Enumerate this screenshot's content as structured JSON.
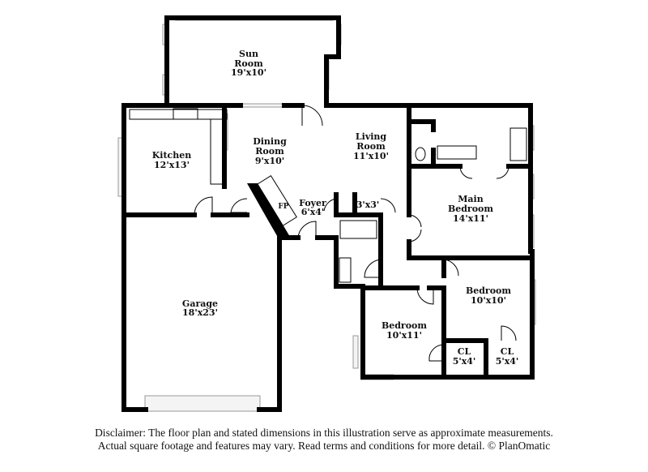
{
  "rooms": {
    "sun_room": {
      "name_line1": "Sun",
      "name_line2": "Room",
      "dims": "19'x10'"
    },
    "kitchen": {
      "name": "Kitchen",
      "dims": "12'x13'"
    },
    "dining_room": {
      "name_line1": "Dining",
      "name_line2": "Room",
      "dims": "9'x10'"
    },
    "living_room": {
      "name_line1": "Living",
      "name_line2": "Room",
      "dims": "11'x10'"
    },
    "fireplace": {
      "name": "FP"
    },
    "foyer": {
      "name": "Foyer",
      "dims": "6'x4'"
    },
    "closet_small": {
      "dims": "3'x3'"
    },
    "main_bedroom": {
      "name_line1": "Main",
      "name_line2": "Bedroom",
      "dims": "14'x11'"
    },
    "garage": {
      "name": "Garage",
      "dims": "18'x23'"
    },
    "bedroom_2": {
      "name": "Bedroom",
      "dims": "10'x10'"
    },
    "bedroom_3": {
      "name": "Bedroom",
      "dims": "10'x11'"
    },
    "closet_1": {
      "name": "CL",
      "dims": "5'x4'"
    },
    "closet_2": {
      "name": "CL",
      "dims": "5'x4'"
    }
  },
  "disclaimer": {
    "line1": "Disclaimer: The floor plan and stated dimensions in this illustration serve as approximate measurements.",
    "line2": "Actual square footage and features may vary. Read terms and conditions for more detail. © PlanOmatic"
  },
  "colors": {
    "wall": "#000000",
    "window": "#f4f4f4",
    "background": "#ffffff"
  }
}
